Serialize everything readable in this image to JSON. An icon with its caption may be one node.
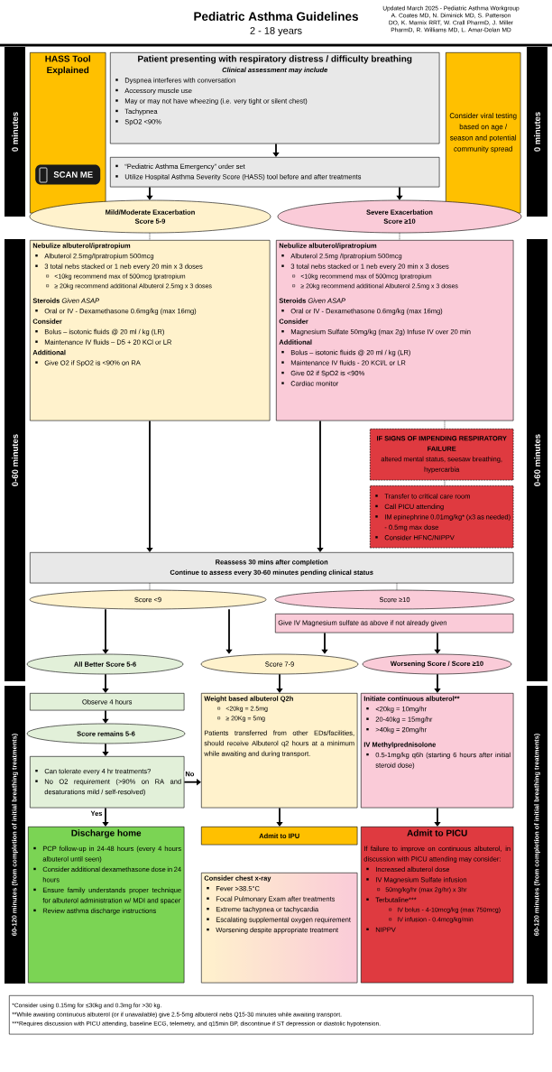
{
  "diagram": {
    "title": "Pediatric Asthma Guidelines",
    "nodes": [
      {
        "text": [
          "0 minutes"
        ]
      },
      {
        "text": [
          "0 minutes"
        ]
      },
      {
        "text": [
          "HASS Tool Explained"
        ]
      },
      {
        "text": [
          "SCAN ME"
        ],
        "in": 2
      },
      {
        "text": [
          "Patient presenting with respiratory distress / difficulty breathing",
          "Clinical assessment may include",
          "Dyspnea interferes with conversation",
          "Accessory muscle use",
          "May or may not have wheezing (i.e. very tight or silent chest)",
          "Tachypnea",
          "SpO2 <90%"
        ]
      },
      {
        "text": [
          "Consider viral testing based on age / season and potential community spread"
        ]
      },
      {
        "text": [
          "“Pediatric Asthma Emergency” order set",
          "Utilize Hospital Asthma Severity Score (HASS) tool before and after treatments"
        ]
      },
      {
        "text": [
          "Mild/Moderate Exacerbation",
          "Score 5-9"
        ]
      },
      {
        "text": [
          "Severe Exacerbation",
          "Score ≥10"
        ]
      },
      {
        "text": [
          "0-60 minutes"
        ]
      },
      {
        "text": [
          "0-60 minutes"
        ]
      },
      {
        "text": [
          "Nebulize albuterol/ipratropium",
          "Albuterol 2.5mg/Ipratropium 500mcg",
          "3 total nebs stacked or 1 neb every 20 min x 3 doses",
          "<10kg recommend max of 500mcg Ipratropium",
          "≥ 20kg recommend additional Albuterol 2.5mg x 3 doses",
          "**Steroids** *Given ASAP*",
          "Oral or IV - Dexamethasone 0.6mg/kg (max 16mg)",
          "Consider",
          "Bolus – isotonic fluids @ 20 ml / kg (LR)",
          "Maintenance IV fluids – D5 + 20 KCl or LR",
          "Additional",
          "Give O2 if SpO2 is <90% on RA"
        ]
      },
      {
        "text": [
          "Nebulize albuterol/ipratropium",
          "Albuterol 2.5mg /Ipratropium 500mcg",
          "3 total nebs stacked or 1 neb every 20 min x 3 doses",
          "<10kg recommend max of 500mcg Ipratropium",
          "≥ 20kg recommend additional Albuterol 2.5mg x 3 doses",
          "**Steroids** *Given ASAP*",
          "Oral or IV - Dexamethasone 0.6mg/kg (max 16mg)",
          "Consider",
          "Magnesium Sulfate 50mg/kg (max 2g) Infuse IV over 20 min",
          "Additional",
          "Bolus – isotonic fluids @ 20 ml / kg (LR)",
          "Maintenance IV fluids - 20 KCl/L or LR",
          "Give 02 if SpO2 is <90%",
          "Cardiac monitor"
        ]
      },
      {
        "text": [
          "IF SIGNS OF IMPENDING RESPIRATORY FAILURE",
          "altered mental status, seesaw breathing, hypercarbia"
        ]
      },
      {
        "text": [
          "Transfer to critical care room",
          "Call PICU attending",
          "IM epinephrine 0.01mg/kg* (x3 as needed) - 0.5mg max dose",
          "Consider HFNC/NIPPV"
        ]
      },
      {
        "text": [
          "Reassess 30 mins after completion",
          "Continue to assess every 30-60 minutes pending clinical status"
        ]
      },
      {
        "text": [
          "Score <9"
        ]
      },
      {
        "text": [
          "Score ≥10"
        ]
      },
      {
        "text": [
          "Give IV Magnesium sulfate as above if not already given"
        ]
      },
      {
        "text": [
          "All Better Score 5-6"
        ]
      },
      {
        "text": [
          "Score 7-9"
        ]
      },
      {
        "text": [
          "Worsening Score / Score ≥10"
        ]
      },
      {
        "text": [
          "60-120 minutes (from completion of initial breathing treatments)"
        ]
      },
      {
        "text": [
          "60-120 minutes (from completion of initial breathing treatments)"
        ]
      },
      {
        "text": [
          "Observe 4 hours"
        ]
      },
      {
        "text": [
          "Score remains 5-6"
        ]
      },
      {
        "text": [
          "Can tolerate every 4 hr treatments?",
          "No O2 requirement (>90% on RA and desaturations mild / self-resolved)"
        ]
      },
      {
        "text": [
          "Weight based albuterol Q2h",
          "<20kg = 2.5mg",
          "≥ 20Kg = 5mg",
          "Patients transferred from other EDs/facilities, should receive Albuterol q2 hours at a minimum while awaiting and during transport."
        ]
      },
      {
        "text": [
          "Initiate continuous albuterol**",
          "<20kg = 10mg/hr",
          "20-40kg = 15mg/hr",
          ">40kg = 20mg/hr",
          "IV Methylprednisolone",
          "0.5-1mg/kg q6h (starting 6 hours after initial steroid dose)"
        ]
      },
      {
        "text": [
          "Discharge home",
          "PCP follow-up in 24-48 hours (every 4 hours albuterol until seen)",
          "Consider additional dexamethasone dose in 24 hours",
          "Ensure family understands proper technique for albuterol administration w/ MDI and spacer",
          "Review asthma discharge instructions"
        ]
      },
      {
        "text": [
          "Admit to IPU"
        ]
      },
      {
        "text": [
          "Consider chest x-ray",
          "Fever >38.5°C",
          "Focal Pulmonary Exam after treatments",
          "Extreme tachypnea or tachycardia",
          "Escalating supplemental oxygen requirement",
          "Worsening despite appropriate treatment"
        ]
      },
      {
        "text": [
          "Admit to PICU",
          "If failure to improve on continuous albuterol, in discussion with PICU attending may consider:",
          "Increased albuterol dose",
          "IV Magnesium Sulfate infusion",
          "50mg/kg/hr (max 2g/hr) x 3hr",
          "Terbutaline***",
          "IV bolus - 4-10mcg/kg (max 750mcg)",
          "IV infusion - 0.4mcg/kg/min",
          "NIPPV"
        ]
      },
      {
        "text": [
          "*Consider using 0.15mg for ≤30kg and 0.3mg for >30 kg.",
          "**While awaiting continuous albuterol (or if unavailable) give 2.5-5mg albuterol nebs Q15-30 minutes while awaiting transport.",
          "***Requires discussion with PICU attending, baseline ECG, telemetry, and q15min BP, discontinue if ST depression or diastolic hypotension."
        ]
      }
    ],
    "edges": [
      {
        "from": 4,
        "to": 6,
        "arrow": "to"
      },
      {
        "from": 6,
        "to": 7,
        "arrow": "to"
      },
      {
        "from": 6,
        "to": 8,
        "arrow": "to"
      },
      {
        "from": 7,
        "to": 11,
        "arrow": "none",
        "style": "dashed"
      },
      {
        "from": 8,
        "to": 12,
        "arrow": "none",
        "style": "dashed"
      },
      {
        "from": 11,
        "to": 15,
        "arrow": "to"
      },
      {
        "from": 12,
        "to": 15,
        "arrow": "to"
      },
      {
        "from": 12,
        "to": 13,
        "arrow": "none",
        "style": "dashed"
      },
      {
        "from": 13,
        "to": 14,
        "arrow": "none",
        "style": "dashed"
      },
      {
        "from": 15,
        "to": 16,
        "arrow": "none",
        "style": "dashed"
      },
      {
        "from": 15,
        "to": 17,
        "arrow": "none",
        "style": "dashed"
      },
      {
        "from": 16,
        "to": 19,
        "arrow": "to"
      },
      {
        "from": 16,
        "to": 20,
        "arrow": "to"
      },
      {
        "from": 18,
        "to": 20,
        "arrow": "to"
      },
      {
        "from": 18,
        "to": 21,
        "arrow": "to"
      },
      {
        "from": 19,
        "to": 24,
        "arrow": "to"
      },
      {
        "from": 20,
        "to": 27,
        "arrow": "to"
      },
      {
        "from": 21,
        "to": 28,
        "arrow": "to"
      },
      {
        "from": 24,
        "to": 25,
        "arrow": "to"
      },
      {
        "from": 25,
        "to": 26,
        "arrow": "to"
      },
      {
        "from": 26,
        "to": 27,
        "arrow": "to",
        "label": "No"
      },
      {
        "from": 26,
        "to": 29,
        "arrow": "to",
        "label": "Yes"
      },
      {
        "from": 27,
        "to": 30,
        "arrow": "to"
      },
      {
        "from": 28,
        "to": 32,
        "arrow": "to"
      }
    ],
    "labels": [
      "2 - 18 years",
      "Updated March 2025 - Pediatric Asthma Workgroup",
      "A. Coates MD, N. Diminick MD, S. Patterson DO, K. Marnix RRT, W. Crall PharmD, J. Miller PharmD, R. Williams MD, L. Amar-Dolan MD"
    ]
  }
}
